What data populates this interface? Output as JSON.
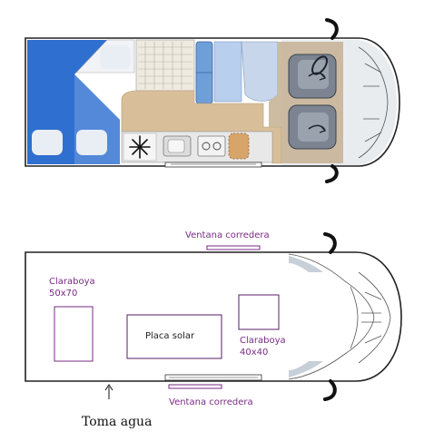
{
  "labels": {
    "window_top": "Ventana corredera",
    "skylight_left_line1": "Claraboya",
    "skylight_left_line2": "50x70",
    "solar_panel": "Placa solar",
    "skylight_right_line1": "Claraboya",
    "skylight_right_line2": "40x40",
    "window_bottom": "Ventana corredera",
    "water_inlet": "Toma agua"
  },
  "icons": [
    "snowflake-icon",
    "steering-wheel-icon",
    "water-inlet-arrow-icon"
  ],
  "colors": {
    "bed_blue": "#2f6fcf",
    "wood": "#d8bf9a",
    "dark_floor": "#a7adb7",
    "seat": "#6b7480",
    "annotation_purple": "#7a2a86"
  }
}
